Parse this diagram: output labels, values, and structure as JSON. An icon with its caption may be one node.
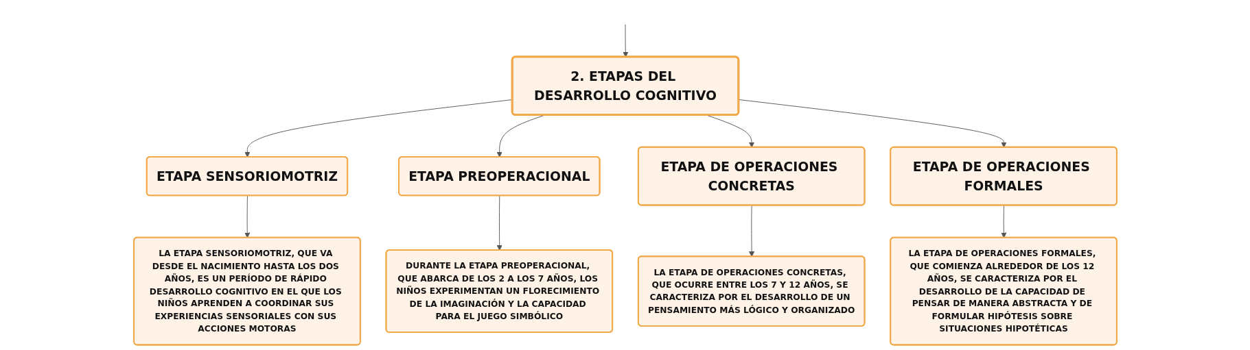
{
  "diagram": {
    "nodes": [
      {
        "text": [
          "2. ETAPAS DEL DESARROLLO COGNITIVO"
        ]
      },
      {
        "text": [
          "ETAPA SENSORIOMOTRIZ"
        ]
      },
      {
        "text": [
          "ETAPA PREOPERACIONAL"
        ]
      },
      {
        "text": [
          "ETAPA DE OPERACIONES CONCRETAS"
        ]
      },
      {
        "text": [
          "ETAPA DE OPERACIONES FORMALES"
        ]
      },
      {
        "text": [
          "LA ETAPA SENSORIOMOTRIZ, QUE VA DESDE EL NACIMIENTO HASTA LOS DOS AÑOS, ES UN PERÍODO DE RÁPIDO DESARROLLO COGNITIVO EN EL QUE LOS NIÑOS APRENDEN A COORDINAR SUS EXPERIENCIAS SENSORIALES CON SUS ACCIONES MOTORAS"
        ]
      },
      {
        "text": [
          "DURANTE LA ETAPA PREOPERACIONAL, QUE ABARCA DE LOS 2 A LOS 7 AÑOS, LOS NIÑOS EXPERIMENTAN UN FLORECIMIENTO DE LA IMAGINACIÓN Y LA CAPACIDAD PARA EL JUEGO SIMBÓLICO"
        ]
      },
      {
        "text": [
          "LA ETAPA DE OPERACIONES CONCRETAS, QUE OCURRE ENTRE LOS 7 Y 12 AÑOS, SE CARACTERIZA POR EL DESARROLLO DE UN PENSAMIENTO MÁS LÓGICO Y ORGANIZADO"
        ]
      },
      {
        "text": [
          "LA ETAPA DE OPERACIONES FORMALES, QUE COMIENZA ALREDEDOR DE LOS 12 AÑOS, SE CARACTERIZA POR EL DESARROLLO DE LA CAPACIDAD DE PENSAR DE MANERA ABSTRACTA Y DE FORMULAR HIPÓTESIS SOBRE SITUACIONES HIPOTÉTICAS"
        ]
      }
    ],
    "edges": [
      {
        "from": null,
        "to": 0,
        "arrow": "to"
      },
      {
        "from": 0,
        "to": 1,
        "arrow": "to"
      },
      {
        "from": 0,
        "to": 2,
        "arrow": "to"
      },
      {
        "from": 0,
        "to": 3,
        "arrow": "to"
      },
      {
        "from": 0,
        "to": 4,
        "arrow": "to"
      },
      {
        "from": 1,
        "to": 5,
        "arrow": "to"
      },
      {
        "from": 2,
        "to": 6,
        "arrow": "to"
      },
      {
        "from": 3,
        "to": 7,
        "arrow": "to"
      },
      {
        "from": 4,
        "to": 8,
        "arrow": "to"
      }
    ]
  }
}
